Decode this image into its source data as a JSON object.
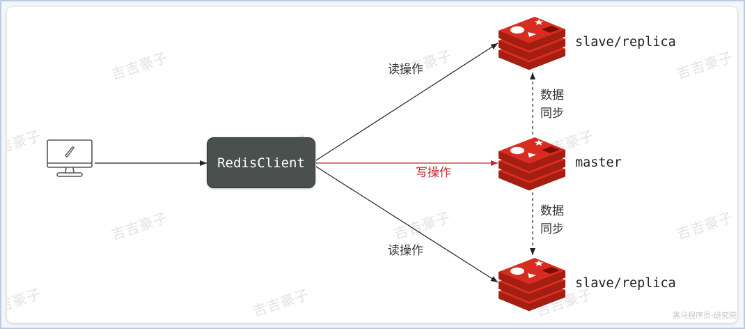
{
  "diagram": {
    "client_device": {
      "icon": "computer-monitor-icon"
    },
    "client": {
      "label": "RedisClient"
    },
    "edges": {
      "read_top": {
        "label": "读操作"
      },
      "write": {
        "label": "写操作"
      },
      "read_bottom": {
        "label": "读操作"
      },
      "sync_top": {
        "label_lines": [
          "数据",
          "同步"
        ]
      },
      "sync_bottom": {
        "label_lines": [
          "数据",
          "同步"
        ]
      }
    },
    "nodes": {
      "replica_top": {
        "label": "slave/replica",
        "icon": "redis-icon"
      },
      "master": {
        "label": "master",
        "icon": "redis-icon"
      },
      "replica_bottom": {
        "label": "slave/replica",
        "icon": "redis-icon"
      }
    }
  },
  "watermark": {
    "text": "吉吉豪子",
    "footer": "黑马程序员-研究院"
  },
  "colors": {
    "client_box": "#4a504e",
    "write": "#c1272d",
    "read": "#222222",
    "redis_red": "#d82c20",
    "redis_side": "#a41e11",
    "redis_dark": "#7a0c00",
    "frame": "#bccbe4"
  }
}
